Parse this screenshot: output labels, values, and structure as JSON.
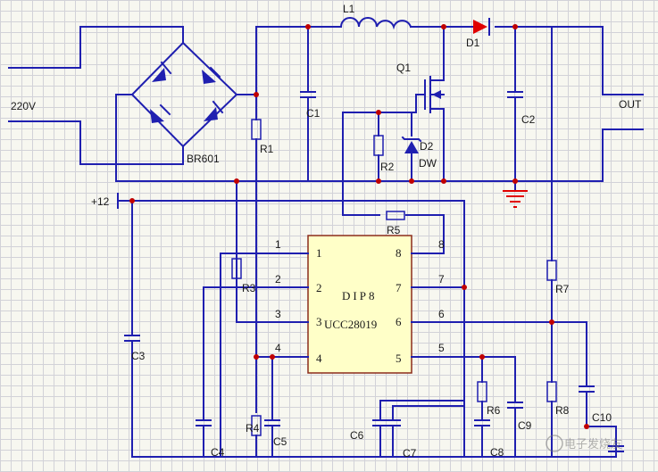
{
  "schematic": {
    "input_label": "220V",
    "output_label": "OUT",
    "supply_label": "+12",
    "bridge_label": "BR601",
    "inductor_label": "L1",
    "diode_label": "D1",
    "mosfet_label": "Q1",
    "zener_label": "D2",
    "zener_sub_label": "DW",
    "ic": {
      "package_label": "DIP8",
      "part_label": "UCC28019",
      "pins_left": [
        "1",
        "2",
        "3",
        "4"
      ],
      "pins_right": [
        "8",
        "7",
        "6",
        "5"
      ],
      "pin_numbers_left": [
        "1",
        "2",
        "3",
        "4"
      ],
      "pin_numbers_right": [
        "8",
        "7",
        "6",
        "5"
      ]
    },
    "resistors": [
      "R1",
      "R2",
      "R3",
      "R4",
      "R5",
      "R6",
      "R7",
      "R8"
    ],
    "capacitors": [
      "C1",
      "C2",
      "C3",
      "C4",
      "C5",
      "C6",
      "C7",
      "C8",
      "C9",
      "C10"
    ],
    "watermark": "电子发烧友"
  },
  "colors": {
    "wire": "#1f1fb0",
    "node": "#c00000",
    "diode_fill": "#1f1fb0",
    "d1_fill": "#e00000",
    "ground": "#e00000",
    "grid": "#d2d2d8",
    "background": "#f7f7f0"
  }
}
